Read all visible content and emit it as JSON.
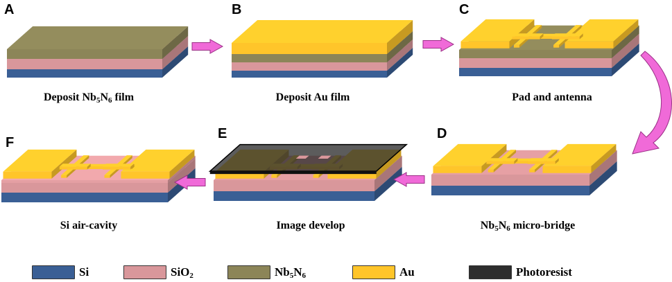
{
  "colors": {
    "si": "#3a5f95",
    "sio2": "#d9979b",
    "nbn": "#8c8558",
    "au": "#ffc52a",
    "photoresist": "#2e2e2e",
    "arrow": "#f06ad8"
  },
  "panels": [
    {
      "letter": "A",
      "caption": {
        "pre": "Deposit Nb",
        "s1": "5",
        "mid": "N",
        "s2": "6",
        "post": " film"
      }
    },
    {
      "letter": "B",
      "caption": {
        "pre": "Deposit Au film",
        "s1": "",
        "mid": "",
        "s2": "",
        "post": ""
      }
    },
    {
      "letter": "C",
      "caption": {
        "pre": "Pad and antenna",
        "s1": "",
        "mid": "",
        "s2": "",
        "post": ""
      }
    },
    {
      "letter": "D",
      "caption": {
        "pre": "Nb",
        "s1": "5",
        "mid": "N",
        "s2": "6",
        "post": " micro-bridge"
      }
    },
    {
      "letter": "E",
      "caption": {
        "pre": "Image develop",
        "s1": "",
        "mid": "",
        "s2": "",
        "post": ""
      }
    },
    {
      "letter": "F",
      "caption": {
        "pre": "Si air-cavity",
        "s1": "",
        "mid": "",
        "s2": "",
        "post": ""
      }
    }
  ],
  "legend": [
    {
      "key": "si",
      "pre": "Si",
      "sub": "",
      "post": ""
    },
    {
      "key": "sio2",
      "pre": "SiO",
      "sub": "2",
      "post": ""
    },
    {
      "key": "nbn",
      "pre": "Nb",
      "sub": "5",
      "post": "N",
      "sub2": "6"
    },
    {
      "key": "au",
      "pre": "Au",
      "sub": "",
      "post": ""
    },
    {
      "key": "photoresist",
      "pre": "Photoresist",
      "sub": "",
      "post": ""
    }
  ]
}
